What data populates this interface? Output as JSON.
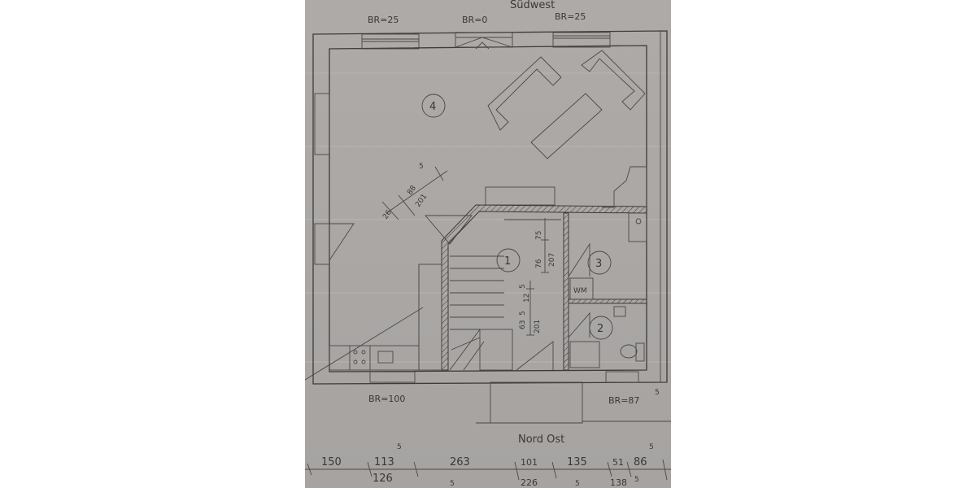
{
  "compass": {
    "top": "Südwest",
    "bottom": "Nord Ost"
  },
  "windows": {
    "top_left": "BR=25",
    "top_middle": "BR=0",
    "top_right": "BR=25",
    "bottom_left": "BR=100",
    "bottom_right": "BR=87",
    "bottom_right_sup": "5"
  },
  "rooms": [
    {
      "number": "4"
    },
    {
      "number": "1"
    },
    {
      "number": "3"
    },
    {
      "number": "2"
    }
  ],
  "appliance": "WM",
  "diagonal_dims": {
    "sup": "5",
    "a": "26",
    "b": "88",
    "c": "201"
  },
  "stair_dims": {
    "a": "75",
    "b": "76",
    "c": "207",
    "s1": "5",
    "s2": "5",
    "d": "12",
    "e": "63",
    "f": "201"
  },
  "bottom_dims": {
    "top_row": [
      "150",
      "113",
      "263",
      "101",
      "135",
      "51",
      "86"
    ],
    "top_sups": [
      "5",
      "5"
    ],
    "bottom_row": [
      "126",
      "226",
      "138"
    ],
    "bottom_sups": [
      "5",
      "5",
      "5"
    ]
  }
}
